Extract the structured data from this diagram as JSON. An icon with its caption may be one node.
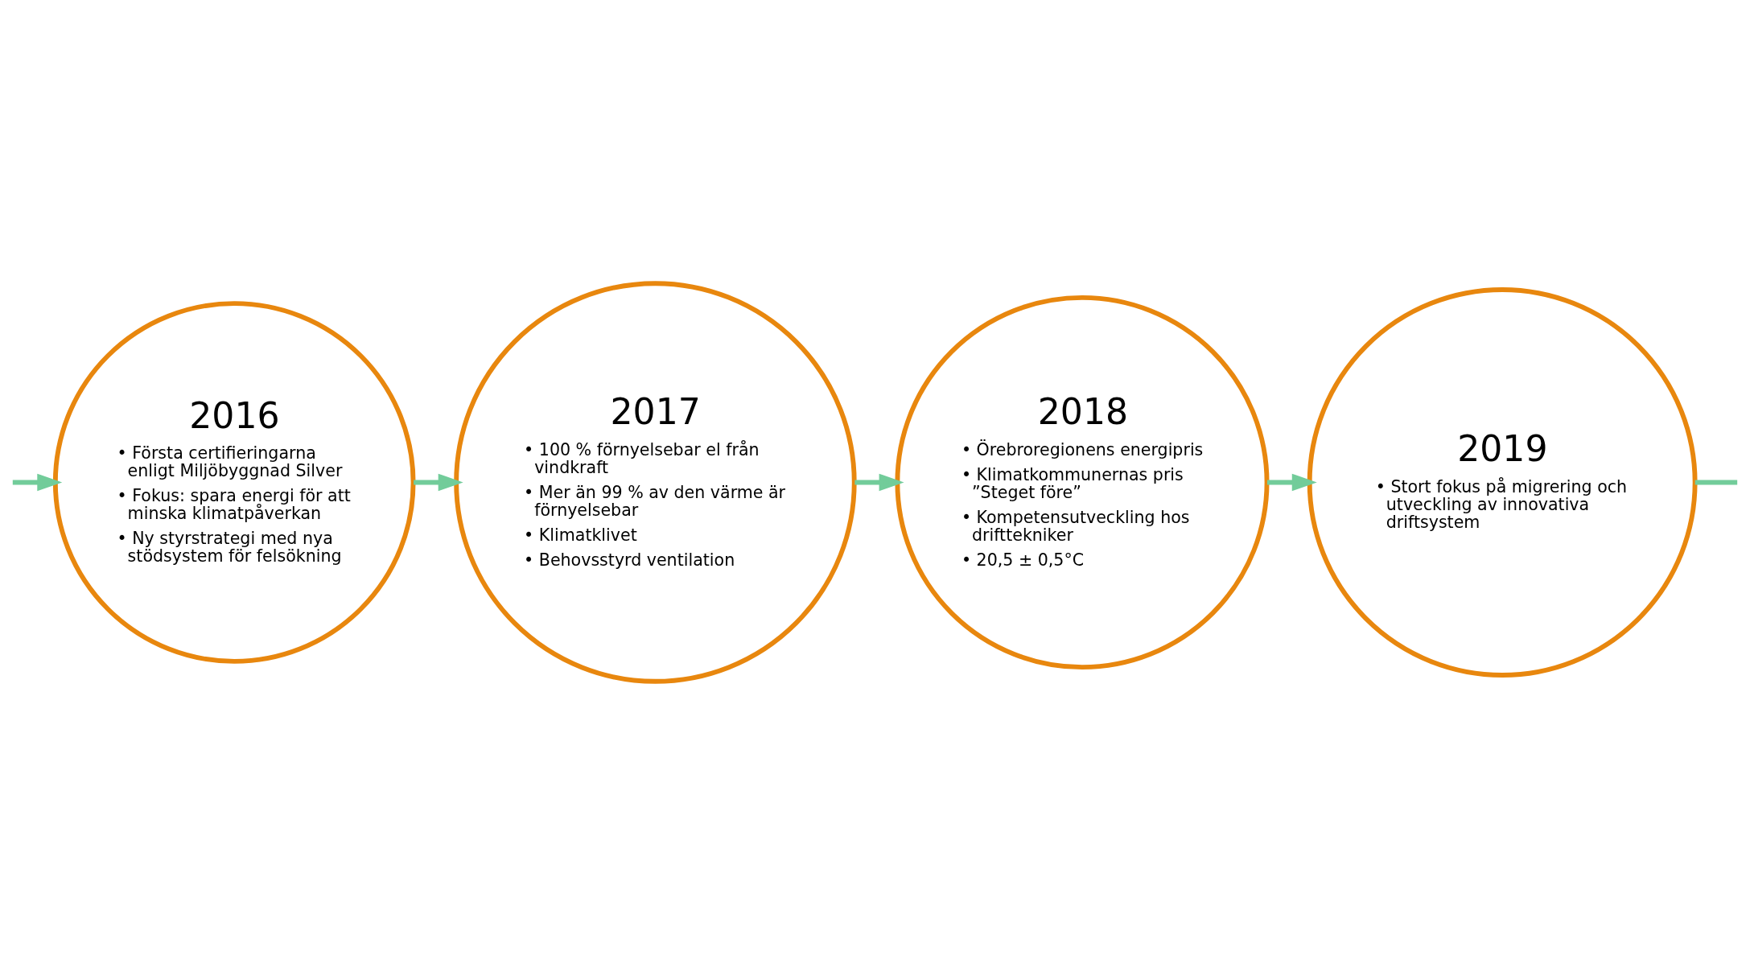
{
  "diagram": {
    "nodes": [
      {
        "text": [
          "2016",
          "• Första certifieringarna enligt Miljöbyggnad Silver",
          "• Fokus: spara energi för att minska klimatpåverkan",
          "• Ny styrstrategi med nya stödsystem för felsökning"
        ]
      },
      {
        "text": [
          "2017",
          "• 100 % förnyelsebar el från vindkraft",
          "• Mer än 99 % av den värme är förnyelsebar",
          "• Klimatklivet",
          "• Behovsstyrd ventilation"
        ]
      },
      {
        "text": [
          "2018",
          "• Örebroregionens energipris",
          "• Klimatkommunernas pris ”Steget före”",
          "• Kompetensutveckling hos drifttekniker",
          "• 20,5 ± 0,5°C"
        ]
      },
      {
        "text": [
          "2019",
          "• Stort fokus på migrering och utveckling av innovativa driftsystem"
        ]
      }
    ],
    "edges": [
      {
        "from": null,
        "to": 0,
        "arrow": "to"
      },
      {
        "from": 0,
        "to": 1,
        "arrow": "to"
      },
      {
        "from": 1,
        "to": 2,
        "arrow": "to"
      },
      {
        "from": 2,
        "to": 3,
        "arrow": "to"
      },
      {
        "from": 3,
        "to": null,
        "arrow": "none"
      }
    ]
  }
}
